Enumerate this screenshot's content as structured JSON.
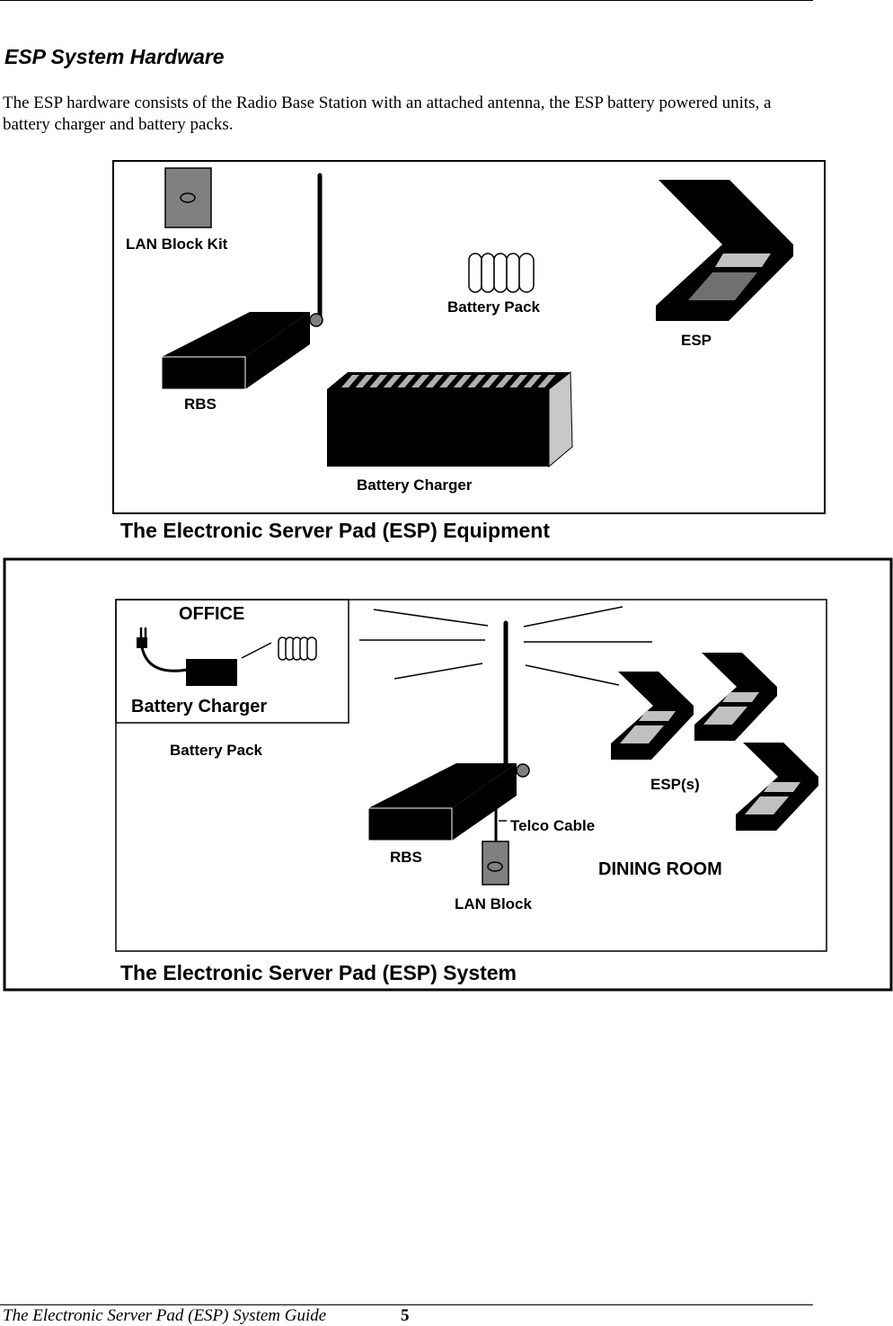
{
  "section": {
    "title": "ESP System Hardware",
    "intro": "The ESP hardware consists of the Radio Base Station with an attached antenna, the ESP battery powered units,  a battery charger and battery packs."
  },
  "equipment_figure": {
    "caption": "The Electronic Server Pad (ESP) Equipment",
    "labels": {
      "lan_block_kit": "LAN Block Kit",
      "battery_pack": "Battery Pack",
      "esp": "ESP",
      "rbs": "RBS",
      "battery_charger": "Battery Charger"
    }
  },
  "system_figure": {
    "caption": "The Electronic Server Pad (ESP) System",
    "labels": {
      "office": "OFFICE",
      "battery_charger": "Battery Charger",
      "battery_pack": "Battery Pack",
      "esps": "ESP(s)",
      "telco_cable": "Telco Cable",
      "rbs": "RBS",
      "dining_room": "DINING ROOM",
      "lan_block": "LAN Block"
    }
  },
  "footer": {
    "guide_title": "The Electronic Server Pad (ESP) System Guide",
    "page_number": "5"
  },
  "colors": {
    "ink": "#000000",
    "device_gray": "#808080",
    "screen_light": "#c0c0c0",
    "screen_dark": "#707070"
  }
}
